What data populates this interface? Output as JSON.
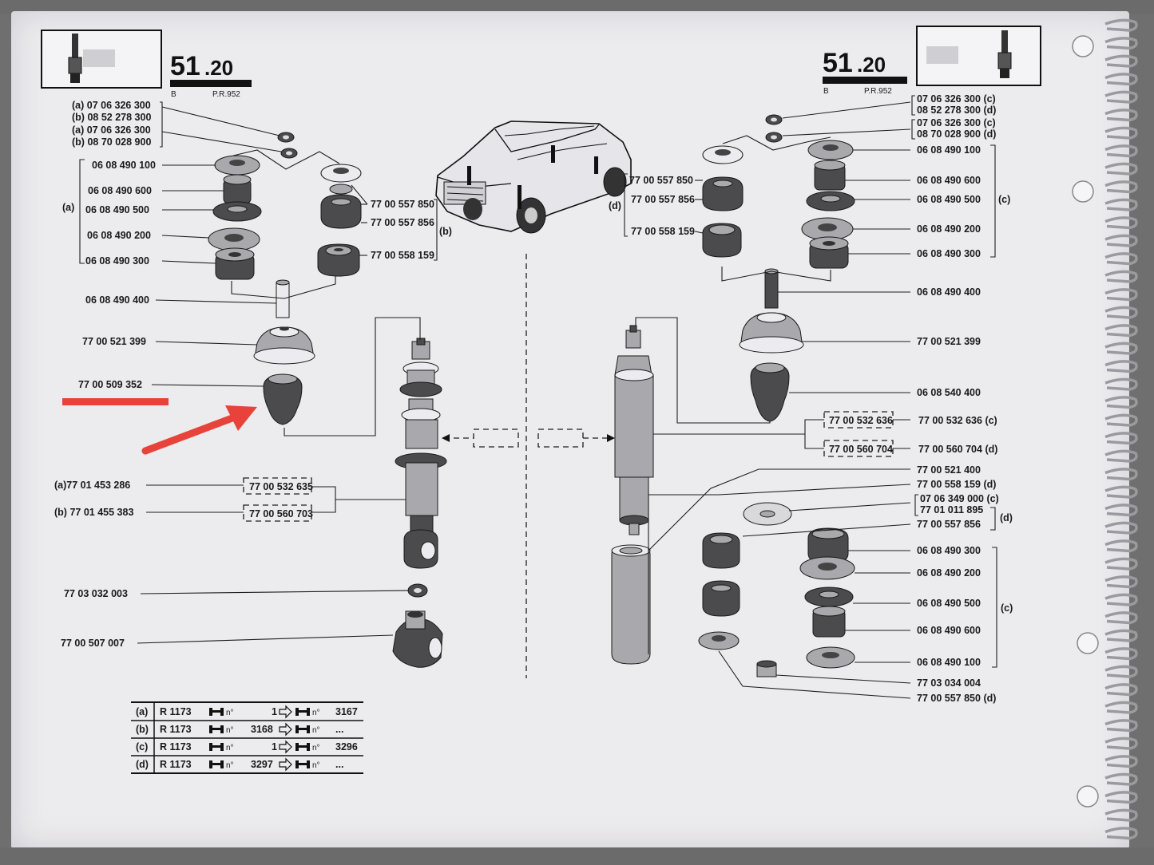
{
  "header": {
    "left": {
      "page_main": "51",
      "page_sub": ".20",
      "variant": "B",
      "ref": "P.R.952"
    },
    "right": {
      "page_main": "51",
      "page_sub": ".20",
      "variant": "B",
      "ref": "P.R.952"
    }
  },
  "left_top_parts": [
    {
      "tag": "(a)",
      "number": "07 06 326 300"
    },
    {
      "tag": "(b)",
      "number": "08 52 278 300"
    },
    {
      "tag": "(a)",
      "number": "07 06 326 300"
    },
    {
      "tag": "(b)",
      "number": "08 70 028 900"
    }
  ],
  "left_stack_tag": "(a)",
  "left_stack": [
    "06 08 490 100",
    "06 08 490 600",
    "06 08 490 500",
    "06 08 490 200",
    "06 08 490 300"
  ],
  "left_b_parts": [
    "77 00 557 850",
    "77 00 557 856",
    "77 00 558 159"
  ],
  "left_b_tag": "(b)",
  "left_mid": [
    "06 08 490 400",
    "77 00 521 399",
    "77 00 509 352"
  ],
  "left_shock": [
    {
      "tag": "(a)",
      "number": "77 01 453 286",
      "boxed": "77 00 532 635"
    },
    {
      "tag": "(b)",
      "number": "77 01 455 383",
      "boxed": "77 00 560 703"
    }
  ],
  "left_bottom": [
    "77 03 032 003",
    "77 00 507 007"
  ],
  "right_top_parts": [
    {
      "number": "07 06 326 300",
      "tag": "(c)"
    },
    {
      "number": "08 52 278 300",
      "tag": "(d)"
    },
    {
      "number": "07 06 326 300",
      "tag": "(c)"
    },
    {
      "number": "08 70 028 900",
      "tag": "(d)"
    }
  ],
  "right_d_tag": "(d)",
  "right_d_parts": [
    "77 00 557 850",
    "77 00 557 856",
    "77 00 558 159"
  ],
  "right_stack_tag": "(c)",
  "right_stack": [
    "06 08 490 100",
    "06 08 490 600",
    "06 08 490 500",
    "06 08 490 200",
    "06 08 490 300"
  ],
  "right_mid": [
    "06 08 490 400",
    "77 00 521 399",
    "06 08 540 400"
  ],
  "right_shock": [
    {
      "boxed": "77 00 532 636",
      "number": "77 00 532 636",
      "tag": "(c)"
    },
    {
      "boxed": "77 00 560 704",
      "number": "77 00 560 704",
      "tag": "(d)"
    }
  ],
  "right_lower": [
    {
      "number": "77 00 521 400",
      "tag": ""
    },
    {
      "number": "77 00 558 159",
      "tag": "(d)"
    },
    {
      "number": "07 06 349 000",
      "tag": "(c)"
    },
    {
      "number": "77 01 011 895",
      "tag": ""
    },
    {
      "number": "77 00 557 856",
      "tag": "(d)"
    }
  ],
  "right_lower_stack_tag": "(c)",
  "right_lower_stack": [
    "06 08 490 300",
    "06 08 490 200",
    "06 08 490 500",
    "06 08 490 600",
    "06 08 490 100"
  ],
  "right_bottom": [
    {
      "number": "77 03 034 004",
      "tag": ""
    },
    {
      "number": "77 00 557 850",
      "tag": "(d)"
    }
  ],
  "legend": [
    {
      "tag": "(a)",
      "model": "R 1173",
      "from": "1",
      "to": "3167"
    },
    {
      "tag": "(b)",
      "model": "R 1173",
      "from": "3168",
      "to": "..."
    },
    {
      "tag": "(c)",
      "model": "R 1173",
      "from": "1",
      "to": "3296"
    },
    {
      "tag": "(d)",
      "model": "R 1173",
      "from": "3297",
      "to": "..."
    }
  ],
  "legend_symbol": "n°",
  "annotation": {
    "color": "#e8433a",
    "highlighted_part": "77 00 509 352"
  }
}
